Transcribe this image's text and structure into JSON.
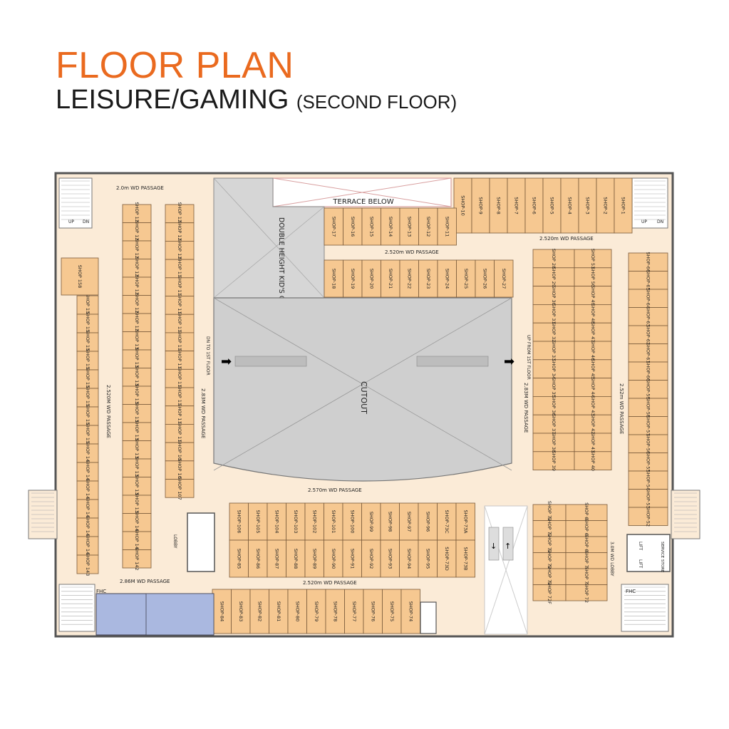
{
  "header": {
    "title": "FLOOR PLAN",
    "subtitle": "LEISURE/GAMING",
    "subtitle_note": "(SECOND FLOOR)"
  },
  "colors": {
    "accent": "#ea6a1f",
    "shop": "#f6c891",
    "passage": "#fbebd7",
    "gaming": "#d6d6d6",
    "cutout": "#cfcfcf",
    "toilets": "#aab8e0"
  },
  "labels": {
    "terrace": "TERRACE BELOW",
    "kids_gaming": "DOUBLE HEIGHT KID'S GAMING",
    "cutout": "CUTOUT",
    "passage_top_left": "2.0m WD PASSAGE",
    "passage_top_mid": "2.520m WD PASSAGE",
    "passage_top_right": "2.520m WD PASSAGE",
    "passage_left_outer": "2.520M WD PASSAGE",
    "passage_left_inner": "2.83M WD PASSAGE",
    "passage_right_inner": "2.83M WD PASSAGE",
    "passage_right_outer": "2.52m WD PASSAGE",
    "passage_mid": "2.570m WD PASSAGE",
    "passage_bottom": "2.520m WD PASSAGE",
    "passage_bottom_left": "2.86M WD PASSAGE",
    "dn_to_first": "DN TO 1ST FLOOR",
    "up_from_first": "UP FROM 1ST FLOOR",
    "lobby": "LOBBY",
    "lift_lobby": "3.0M WD LOBBY",
    "service_store": "SERVICE STORE",
    "lift": "LIFT",
    "up": "UP",
    "dn": "DN",
    "fhc": "FHC"
  },
  "shops": {
    "top_right_row": [
      "SHOP-10",
      "SHOP-9",
      "SHOP-8",
      "SHOP-7",
      "SHOP-6",
      "SHOP-5",
      "SHOP-4",
      "SHOP-3",
      "SHOP-2",
      "SHOP-1"
    ],
    "top_mid_row": [
      "SHOP-17",
      "SHOP-16",
      "SHOP-15",
      "SHOP-14",
      "SHOP-13",
      "SHOP-12",
      "SHOP-11"
    ],
    "upper_mid_row": [
      "SHOP-18",
      "SHOP-19",
      "SHOP-20",
      "SHOP-21",
      "SHOP-22",
      "SHOP-23",
      "SHOP-24",
      "SHOP-25",
      "SHOP-26",
      "SHOP-27"
    ],
    "left_a": [
      "SHOP 122",
      "SHOP 121",
      "SHOP 120",
      "SHOP 119",
      "SHOP 118",
      "SHOP 117",
      "SHOP 116",
      "SHOP 115",
      "SHOP 114",
      "SHOP 113",
      "SHOP 112",
      "SHOP 111",
      "SHOP 110",
      "SHOP 109",
      "SHOP 108",
      "SHOP 107"
    ],
    "left_b": [
      "SHOP 123",
      "SHOP 124",
      "SHOP 125",
      "SHOP 126",
      "SHOP 127",
      "SHOP 128",
      "SHOP 129",
      "SHOP 130",
      "SHOP 131",
      "SHOP 132",
      "SHOP 133",
      "SHOP 134",
      "SHOP 135",
      "SHOP 136",
      "SHOP 137",
      "SHOP 138",
      "SHOP 139",
      "SHOP 140",
      "SHOP 141",
      "SHOP 142"
    ],
    "left_c": [
      "SHOP 157",
      "SHOP 156",
      "SHOP 155",
      "SHOP 154",
      "SHOP 153",
      "SHOP 152",
      "SHOP 151",
      "SHOP 150",
      "SHOP 149",
      "SHOP 148",
      "SHOP 147",
      "SHOP 146",
      "SHOP 145",
      "SHOP 144",
      "SHOP 143"
    ],
    "left_d": [
      "SHOP 158"
    ],
    "right_a": [
      "SHOP 28",
      "SHOP 29",
      "SHOP 30",
      "SHOP 31",
      "SHOP 32",
      "SHOP 33",
      "SHOP 34",
      "SHOP 35",
      "SHOP 36",
      "SHOP 37",
      "SHOP 38",
      "SHOP 39"
    ],
    "right_b": [
      "SHOP 51",
      "SHOP 50",
      "SHOP 49",
      "SHOP 48",
      "SHOP 47",
      "SHOP 46",
      "SHOP 45",
      "SHOP 44",
      "SHOP 43",
      "SHOP 42",
      "SHOP 41",
      "SHOP 40"
    ],
    "right_edge": [
      "SHOP-66",
      "SHOP-65",
      "SHOP-64",
      "SHOP-63",
      "SHOP-62",
      "SHOP-61",
      "SHOP-60",
      "SHOP-59",
      "SHOP-58",
      "SHOP-57",
      "SHOP-56",
      "SHOP-55",
      "SHOP-54",
      "SHOP-53",
      "SHOP-52"
    ],
    "right_low_a": [
      "SHOP 72A",
      "SHOP 72B",
      "SHOP 72C",
      "SHOP 72D",
      "SHOP 72E",
      "SHOP 72F"
    ],
    "right_low_b": [
      "SHOP 67",
      "SHOP 68",
      "SHOP 69",
      "SHOP 70",
      "SHOP 71",
      "SHOP 72"
    ],
    "mid_top_row": [
      "SHOP-106",
      "SHOP-105",
      "SHOP-104",
      "SHOP-103",
      "SHOP-102",
      "SHOP-101",
      "SHOP-100",
      "SHOP-99",
      "SHOP-98",
      "SHOP-97",
      "SHOP-96",
      "SHOP-73C",
      "SHOP-73A"
    ],
    "mid_bot_row": [
      "SHOP-85",
      "SHOP-86",
      "SHOP-87",
      "SHOP-88",
      "SHOP-89",
      "SHOP-90",
      "SHOP-91",
      "SHOP-92",
      "SHOP-93",
      "SHOP-94",
      "SHOP-95",
      "SHOP-73D",
      "SHOP-73B"
    ],
    "bottom_row": [
      "SHOP-84",
      "SHOP-83",
      "SHOP-82",
      "SHOP-81",
      "SHOP-80",
      "SHOP-79",
      "SHOP-78",
      "SHOP-77",
      "SHOP-76",
      "SHOP-75",
      "SHOP-74"
    ]
  }
}
